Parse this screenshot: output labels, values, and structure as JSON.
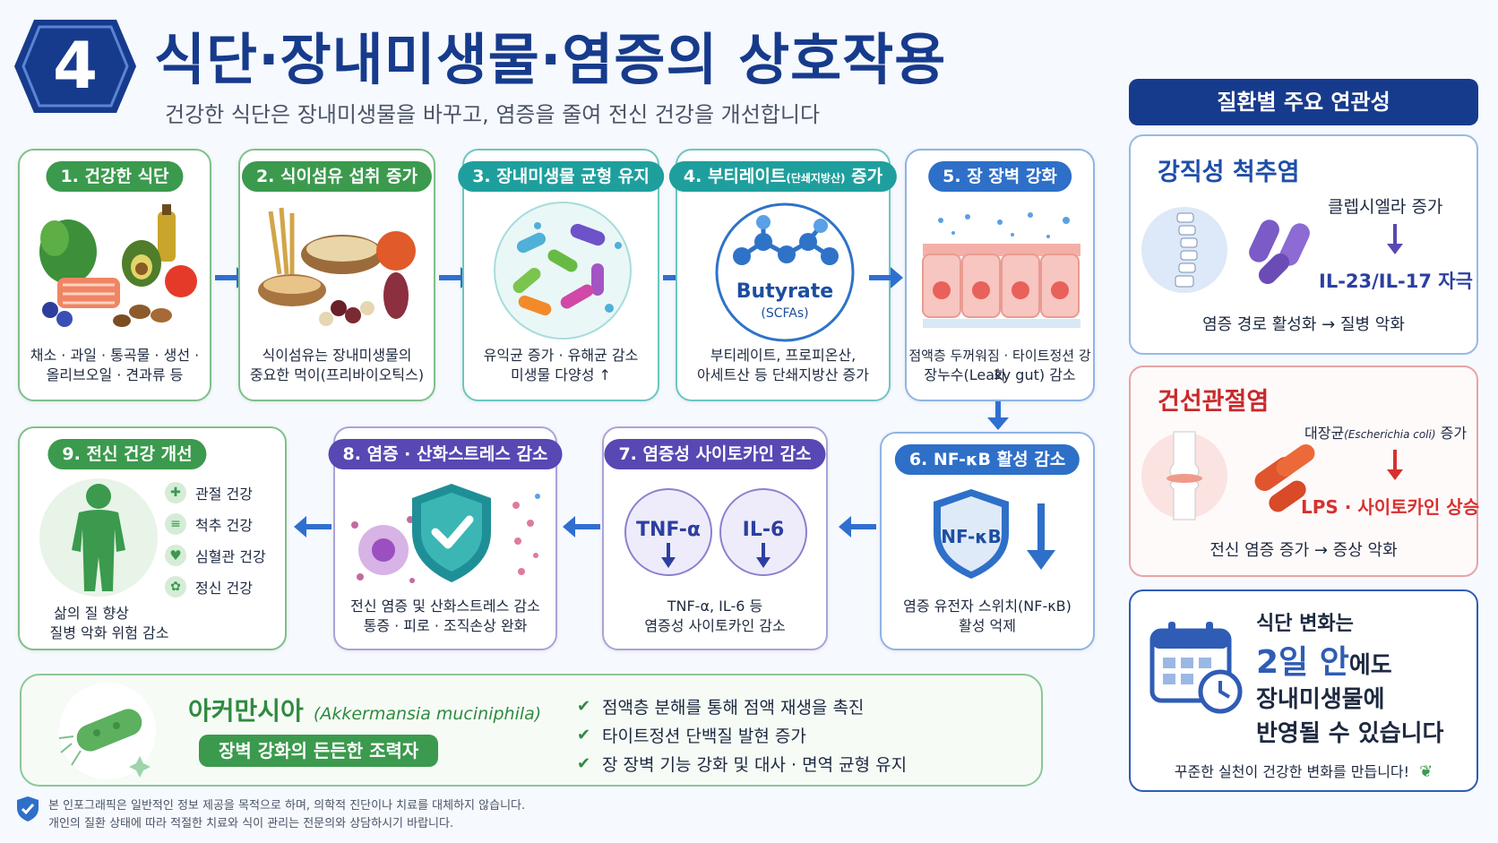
{
  "header": {
    "number": "4",
    "title": "식단·장내미생물·염증의 상호작용",
    "subtitle": "건강한 식단은 장내미생물을 바꾸고, 염증을 줄여 전신 건강을 개선합니다"
  },
  "steps": [
    {
      "label": "1. 건강한 식단",
      "desc1": "채소 · 과일 · 통곡물 · 생선 ·",
      "desc2": "올리브오일 · 견과류 등"
    },
    {
      "label": "2. 식이섬유 섭취 증가",
      "desc1": "식이섬유는 장내미생물의",
      "desc2": "중요한 먹이(프리바이오틱스)"
    },
    {
      "label": "3. 장내미생물 균형 유지",
      "desc1": "유익균 증가 · 유해균 감소",
      "desc2": "미생물 다양성 ↑"
    },
    {
      "label_main": "4. 부티레이트",
      "label_small": "(단쇄지방산)",
      "label_end": " 증가",
      "art_text": "Butyrate",
      "art_sub": "(SCFAs)",
      "desc1": "부티레이트, 프로피온산,",
      "desc2": "아세트산 등 단쇄지방산 증가"
    },
    {
      "label": "5. 장 장벽 강화",
      "desc1": "점액층 두꺼워짐 · 타이트정션 강화",
      "desc2": "장누수(Leaky gut) 감소"
    },
    {
      "label": "6. NF-κB 활성 감소",
      "art_text": "NF-κB",
      "desc1": "염증 유전자 스위치(NF-κB)",
      "desc2": "활성 억제"
    },
    {
      "label": "7. 염증성 사이토카인 감소",
      "circle1": "TNF-α",
      "circle2": "IL-6",
      "desc1": "TNF-α, IL-6 등",
      "desc2": "염증성 사이토카인 감소"
    },
    {
      "label": "8. 염증 · 산화스트레스 감소",
      "desc1": "전신 염증 및 산화스트레스 감소",
      "desc2": "통증 · 피로 · 조직손상 완화"
    },
    {
      "label": "9. 전신 건강 개선",
      "items": [
        "관절 건강",
        "척추 건강",
        "심혈관 건강",
        "정신 건강"
      ],
      "desc1": "삶의 질 향상",
      "desc2": "질병 악화 위험 감소"
    }
  ],
  "right_panel": {
    "header": "질환별 주요 연관성",
    "as": {
      "title": "강직성 척추염",
      "bacteria": "클렙시엘라 증가",
      "effect": "IL-23/IL-17 자극",
      "result": "염증 경로 활성화 → 질병 악화"
    },
    "psa": {
      "title": "건선관절염",
      "bacteria_main": "대장균",
      "bacteria_sci": "(Escherichia coli)",
      "bacteria_end": " 증가",
      "effect": "LPS · 사이토카인 상승",
      "result": "전신 염증 증가 → 증상 악화"
    },
    "diet": {
      "line1": "식단 변화는",
      "line2_em": "2일 안",
      "line2_end": "에도",
      "line3": "장내미생물에",
      "line4": "반영될 수 있습니다",
      "footer": "꾸준한 실천이 건강한 변화를 만듭니다!"
    }
  },
  "akkermansia": {
    "name": "아커만시아",
    "sci": "(Akkermansia muciniphila)",
    "tagline": "장벽 강화의 든든한 조력자",
    "points": [
      "점액층 분해를 통해 점액 재생을 촉진",
      "타이트정션 단백질 발현 증가",
      "장 장벽 기능 강화 및 대사 · 면역 균형 유지"
    ]
  },
  "disclaimer": {
    "line1": "본 인포그래픽은 일반적인 정보 제공을 목적으로 하며, 의학적 진단이나 치료를 대체하지 않습니다.",
    "line2": "개인의 질환 상태에 따라 적절한 치료와 식이 관리는 전문의와 상담하시기 바랍니다."
  },
  "colors": {
    "navy": "#173b8c",
    "green": "#3b9a4d",
    "teal": "#1e9f9d",
    "blue": "#2e6fc8",
    "purple": "#5748b3",
    "red": "#d6312f"
  }
}
